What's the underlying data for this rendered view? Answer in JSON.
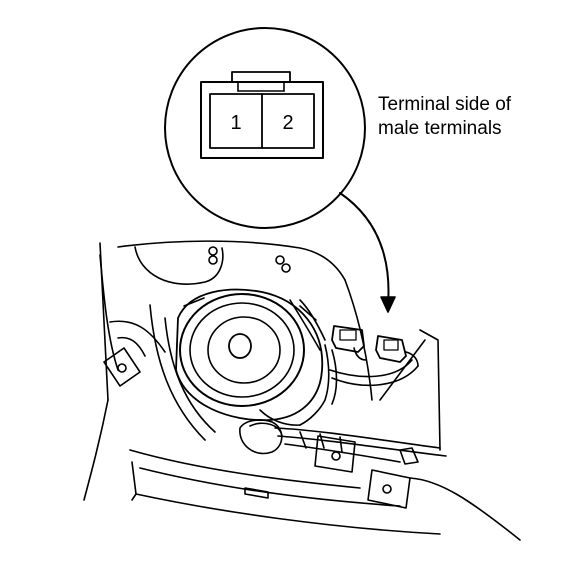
{
  "connector": {
    "pins": [
      "1",
      "2"
    ]
  },
  "callout": {
    "line1": "Terminal side of",
    "line2": "male terminals"
  }
}
